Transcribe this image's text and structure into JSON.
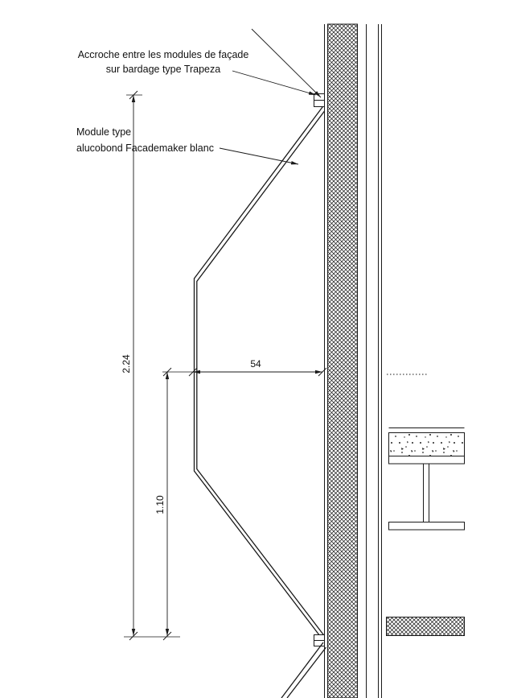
{
  "title": "Facade module section detail",
  "annotations": {
    "accroche_line1": "Accroche entre les modules de façade",
    "accroche_line2": "sur bardage type Trapeza",
    "module_line1": "Module type",
    "module_line2": "alucobond Facademaker blanc"
  },
  "dimensions": {
    "total_height": "2.24",
    "lower_panel_height": "1.10",
    "module_depth": "54"
  },
  "colors": {
    "line": "#1a1a1a",
    "background": "#ffffff"
  }
}
